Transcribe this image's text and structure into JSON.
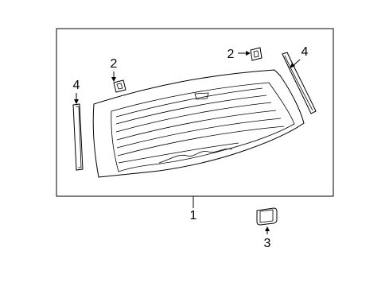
{
  "callouts": {
    "glass_assembly": "1",
    "clip_left": "2",
    "clip_right": "2",
    "fastener": "3",
    "molding_left": "4",
    "molding_right": "4"
  }
}
